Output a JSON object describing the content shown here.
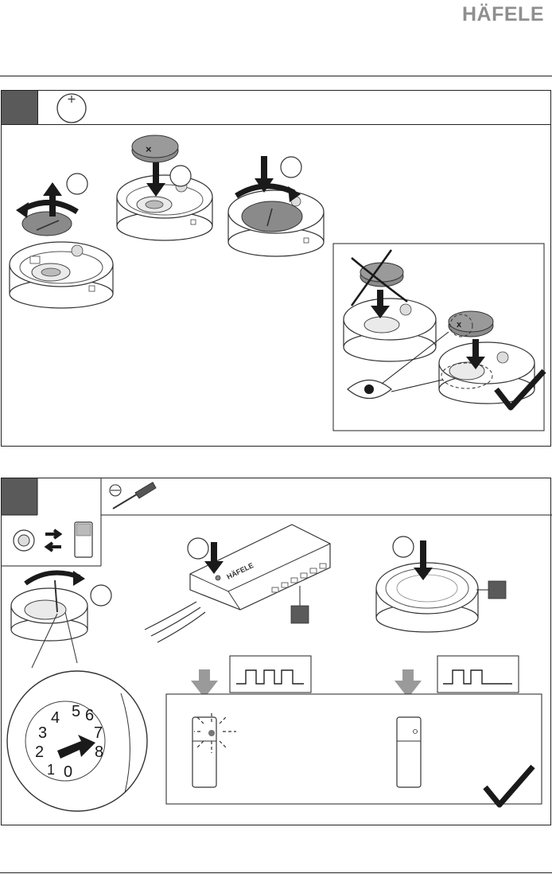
{
  "brand": {
    "logo": "HÄFELE"
  },
  "section1": {
    "inset": {
      "symbol": "x"
    }
  },
  "section2": {
    "brand_text": "HÄFELE",
    "dial_numbers": [
      "5",
      "6",
      "7",
      "8",
      "0",
      "1",
      "2",
      "3",
      "4"
    ]
  }
}
